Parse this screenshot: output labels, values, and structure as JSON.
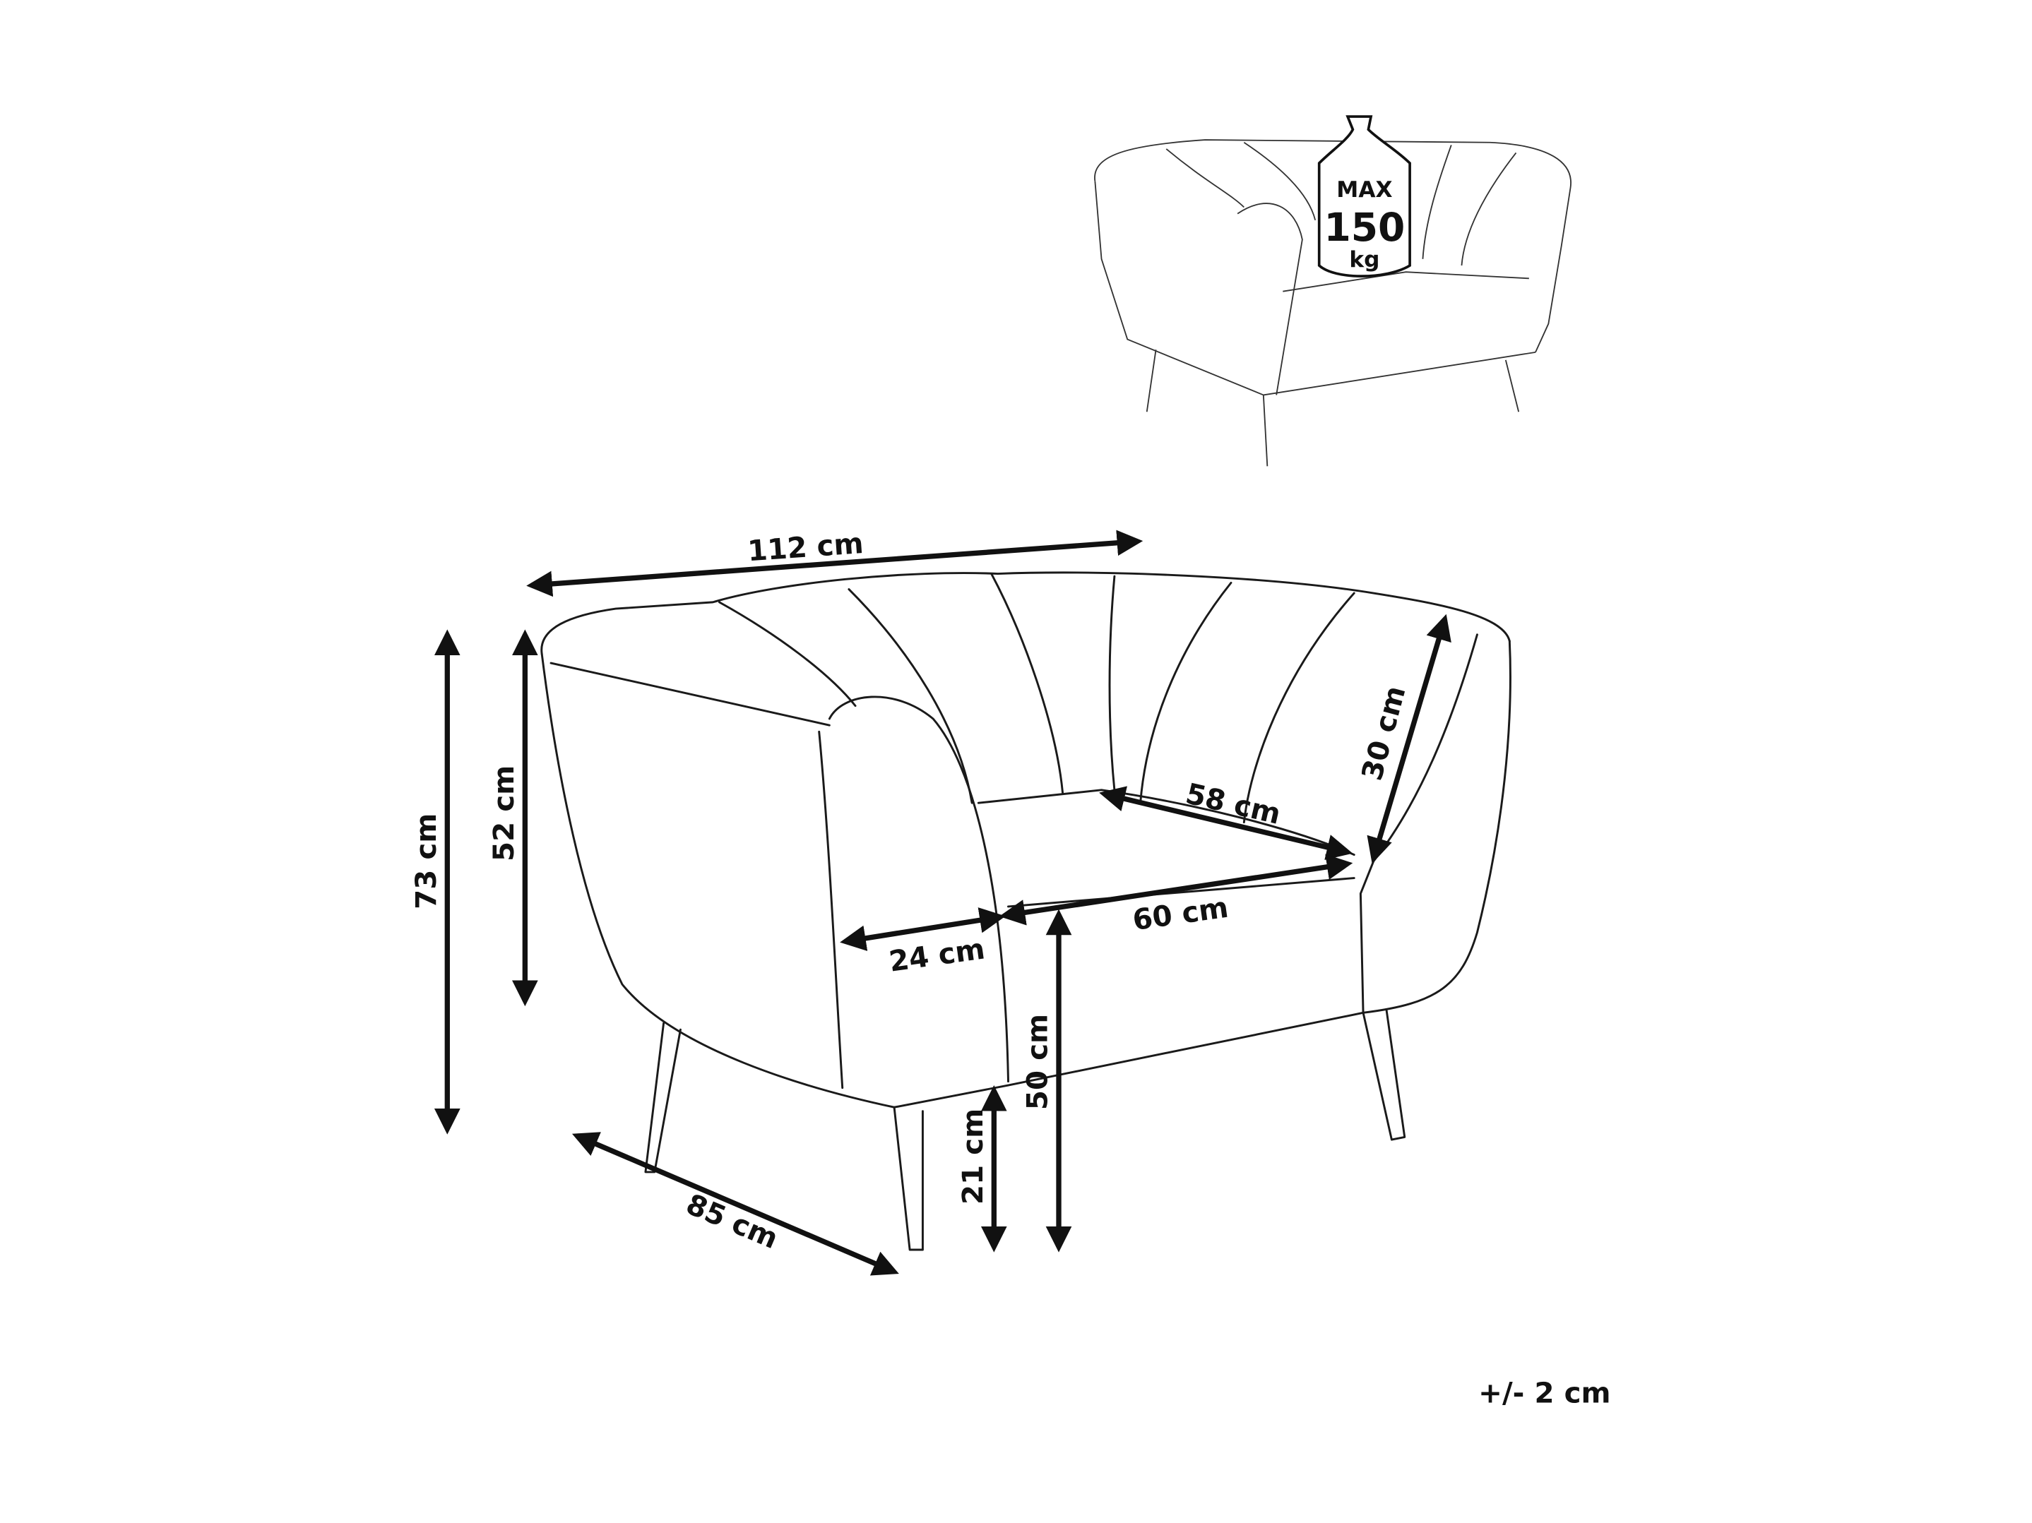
{
  "weight_badge": {
    "max_label": "MAX",
    "value": "150",
    "unit": "kg"
  },
  "dimensions": {
    "width": "112 cm",
    "total_height": "73 cm",
    "back_height": "52 cm",
    "arm_height": "30 cm",
    "seat_depth": "58 cm",
    "seat_width": "60 cm",
    "arm_width": "24 cm",
    "seat_height": "50 cm",
    "leg_height": "21 cm",
    "depth": "85 cm"
  },
  "tolerance": "+/- 2 cm"
}
